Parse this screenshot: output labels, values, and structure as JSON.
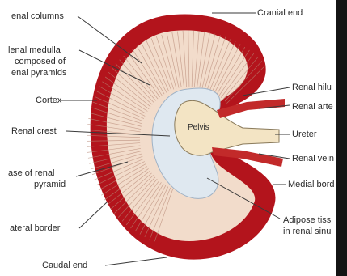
{
  "labels": {
    "cranial_end": "Cranial end",
    "renal_columns": "enal columns",
    "renal_medulla_1": "lenal medulla",
    "renal_medulla_2": "composed of",
    "renal_medulla_3": "enal pyramids",
    "cortex": "Cortex",
    "renal_crest": "Renal crest",
    "base_pyramid_1": "ase of renal",
    "base_pyramid_2": "pyramid",
    "lateral_border": "ateral border",
    "caudal_end": "Caudal end",
    "pelvis": "Pelvis",
    "renal_hilus": "Renal hilu",
    "renal_artery": "Renal arte",
    "ureter": "Ureter",
    "renal_vein": "Renal vein",
    "medial_border": "Medial bord",
    "adipose_1": "Adipose tiss",
    "adipose_2": "in renal sinu"
  },
  "colors": {
    "cortex": "#b3141c",
    "medulla": "#f2dccb",
    "sinus": "#dfe8f0",
    "pelvis": "#f3e4c4",
    "vessel": "#c22a2a",
    "line": "#3a3a3a"
  }
}
